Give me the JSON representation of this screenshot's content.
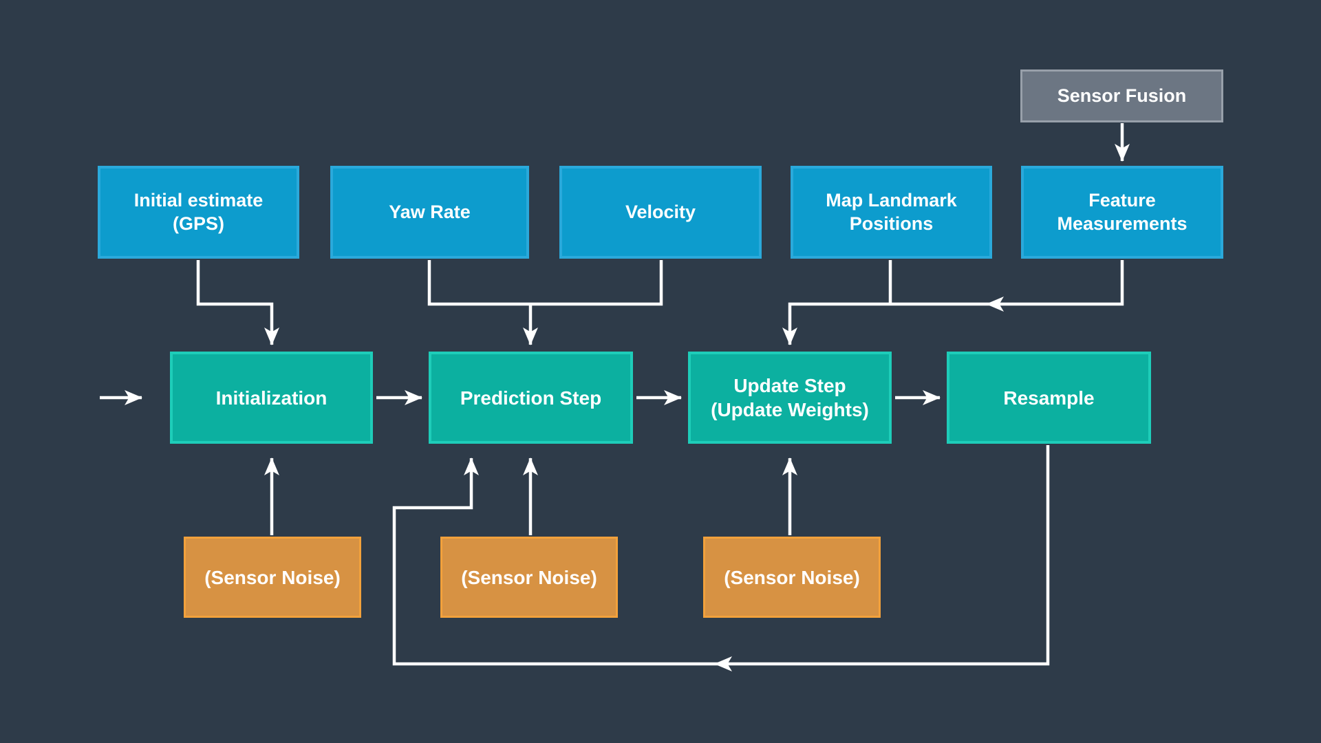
{
  "colors": {
    "background": "#2e3b49",
    "arrow": "#ffffff",
    "text": "#ffffff",
    "input_fill": "#0d9ccd",
    "input_border": "#2aa9db",
    "process_fill": "#0cb0a0",
    "process_border": "#1ecdb9",
    "noise_fill": "#d79243",
    "noise_border": "#f2a13c",
    "fusion_fill": "#6c7683",
    "fusion_border": "#98a0aa"
  },
  "nodes": {
    "sensor_fusion": "Sensor Fusion",
    "initial_estimate": "Initial estimate\n(GPS)",
    "yaw_rate": "Yaw Rate",
    "velocity": "Velocity",
    "map_landmark_positions": "Map Landmark\nPositions",
    "feature_measurements": "Feature\nMeasurements",
    "initialization": "Initialization",
    "prediction_step": "Prediction Step",
    "update_step": "Update Step\n(Update Weights)",
    "resample": "Resample",
    "sensor_noise_1": "(Sensor Noise)",
    "sensor_noise_2": "(Sensor Noise)",
    "sensor_noise_3": "(Sensor Noise)"
  },
  "edges": [
    {
      "from": "sensor_fusion",
      "to": "feature_measurements"
    },
    {
      "from": "initial_estimate",
      "to": "initialization"
    },
    {
      "from": "yaw_rate",
      "to": "prediction_step"
    },
    {
      "from": "velocity",
      "to": "prediction_step"
    },
    {
      "from": "map_landmark_positions",
      "to": "update_step"
    },
    {
      "from": "feature_measurements",
      "to": "update_step"
    },
    {
      "from": "start",
      "to": "initialization"
    },
    {
      "from": "initialization",
      "to": "prediction_step"
    },
    {
      "from": "prediction_step",
      "to": "update_step"
    },
    {
      "from": "update_step",
      "to": "resample"
    },
    {
      "from": "sensor_noise_1",
      "to": "initialization"
    },
    {
      "from": "sensor_noise_2",
      "to": "prediction_step"
    },
    {
      "from": "sensor_noise_3",
      "to": "update_step"
    },
    {
      "from": "resample",
      "to": "prediction_step",
      "kind": "feedback-loop"
    }
  ]
}
